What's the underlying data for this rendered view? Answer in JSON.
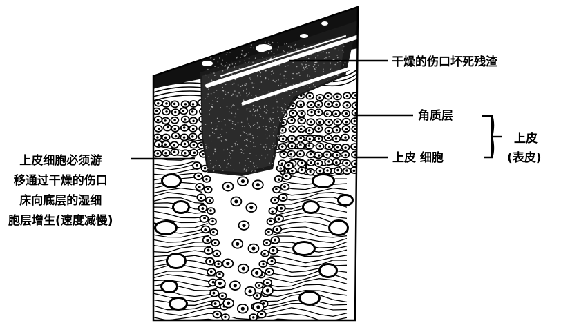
{
  "labels": {
    "scab": "干燥的伤口坏死残渣",
    "stratum_corneum": "角质层",
    "epithelial_cells": "上皮 细胞",
    "epithelium_line1": "上皮",
    "epithelium_line2": "(表皮)",
    "migration": [
      "上皮细胞必须游",
      "移通过干燥的伤口",
      "床向底层的湿细",
      "胞层增生(速度减慢)"
    ]
  },
  "colors": {
    "ink": "#000000",
    "paper": "#ffffff"
  }
}
